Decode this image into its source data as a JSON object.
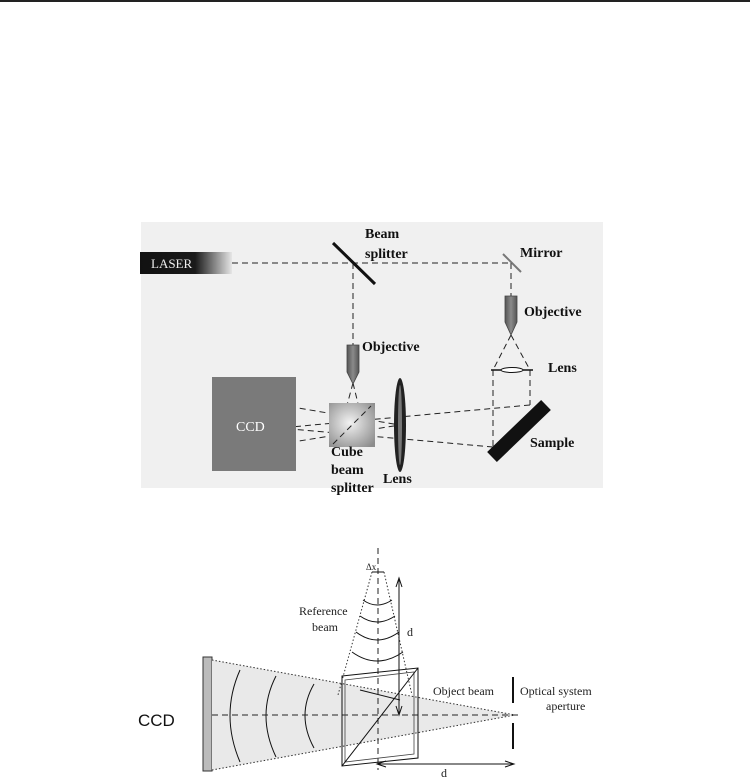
{
  "setup": {
    "laser": "LASER",
    "beam_splitter_line1": "Beam",
    "beam_splitter_line2": "splitter",
    "mirror": "Mirror",
    "objective_right": "Objective",
    "objective_left": "Objective",
    "lens_right": "Lens",
    "lens_bottom": "Lens",
    "ccd": "CCD",
    "cube_line1": "Cube",
    "cube_line2": "beam",
    "cube_line3": "splitter",
    "sample": "Sample"
  },
  "geometry_diagram": {
    "delta_x": "Δx",
    "reference_line1": "Reference",
    "reference_line2": "beam",
    "d_vertical": "d",
    "object_beam": "Object beam",
    "aperture_line1": "Optical system",
    "aperture_line2": "aperture",
    "ccd": "CCD",
    "d_horizontal": "d"
  }
}
